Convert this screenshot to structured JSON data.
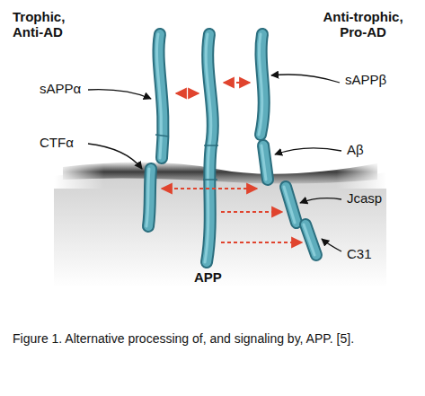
{
  "diagram": {
    "caption": "Figure 1. Alternative processing of, and signaling by, APP. [5].",
    "labels": [
      "Trophic, Anti-AD",
      "Anti-trophic, Pro-AD",
      "sAPPα",
      "sAPPβ",
      "CTFα",
      "Aβ",
      "Jcasp",
      "C31",
      "APP"
    ]
  }
}
